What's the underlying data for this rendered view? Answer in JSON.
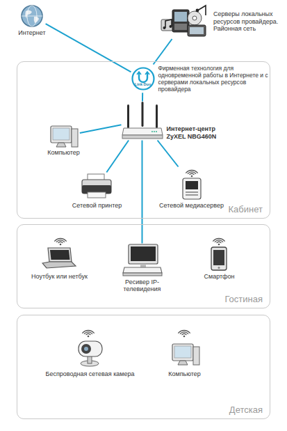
{
  "diagram": {
    "nodes": [
      {
        "text": [
          "Интернет"
        ]
      },
      {
        "text": [
          "Серверы локальных ресурсов провайдера. Районная сеть"
        ]
      },
      {
        "text": [
          "Кабинет"
        ]
      },
      {
        "text": [
          "Link Duo",
          "Фирменная технология для одновременной работы в Интернете и с серверами локальных ресурсов провайдера"
        ],
        "in": 2
      },
      {
        "text": [
          "Интернет-центр ZyXEL NBG460N"
        ],
        "in": 2
      },
      {
        "text": [
          "Компьютер"
        ],
        "in": 2
      },
      {
        "text": [
          "Сетевой принтер"
        ],
        "in": 2
      },
      {
        "text": [
          "Сетевой медиасервер"
        ],
        "in": 2
      },
      {
        "text": [
          "Гостиная"
        ]
      },
      {
        "text": [
          "Ноутбук или нетбук"
        ],
        "in": 8
      },
      {
        "text": [
          "Ресивер IP-телевидения"
        ],
        "in": 8
      },
      {
        "text": [
          "Смартфон"
        ],
        "in": 8
      },
      {
        "text": [
          "Детская"
        ]
      },
      {
        "text": [
          "Беспроводная сетевая камера"
        ],
        "in": 12
      },
      {
        "text": [
          "Компьютер"
        ],
        "in": 12
      }
    ],
    "edges": [
      {
        "from": 0,
        "to": 3,
        "arrow": "none"
      },
      {
        "from": 1,
        "to": 3,
        "arrow": "none"
      },
      {
        "from": 3,
        "to": 4,
        "arrow": "none"
      },
      {
        "from": 4,
        "to": 5,
        "arrow": "none"
      },
      {
        "from": 4,
        "to": 6,
        "arrow": "none"
      },
      {
        "from": 4,
        "to": 7,
        "arrow": "none"
      },
      {
        "from": 4,
        "to": 10,
        "arrow": "none"
      }
    ]
  }
}
